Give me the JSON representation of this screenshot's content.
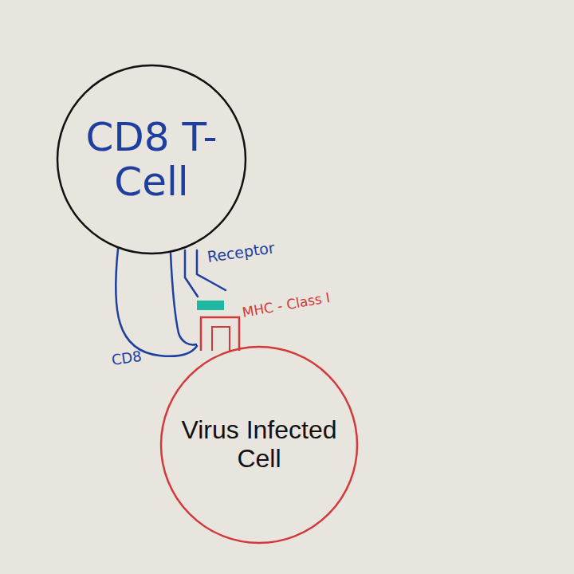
{
  "diagram": {
    "nodes": [
      {
        "text": [
          "CD8 T-Cell"
        ]
      },
      {
        "text": [
          "Virus Infected Cell"
        ]
      }
    ],
    "labels": [
      "Receptor",
      "MHC - Class I",
      "CD8"
    ]
  }
}
